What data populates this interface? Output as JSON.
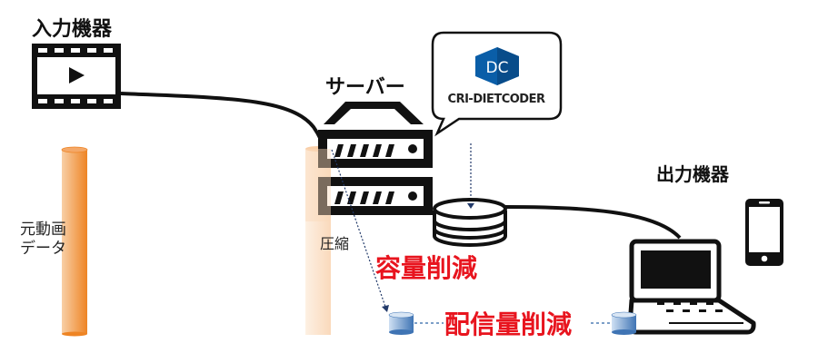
{
  "labels": {
    "input_device": "入力機器",
    "server": "サーバー",
    "output_device": "出力機器",
    "original_data_line1": "元動画",
    "original_data_line2": "データ",
    "compressed": "圧縮",
    "capacity_reduction": "容量削減",
    "delivery_reduction": "配信量削減"
  },
  "logo": {
    "mark": "DC",
    "name": "CRI-DIETCODER",
    "color": "#0a5ea8"
  },
  "colors": {
    "accent_red": "#e8141e",
    "original_bar": "#f0892a",
    "compressed_bar": "#fbe3cc",
    "small_db": "#6c98c8"
  }
}
